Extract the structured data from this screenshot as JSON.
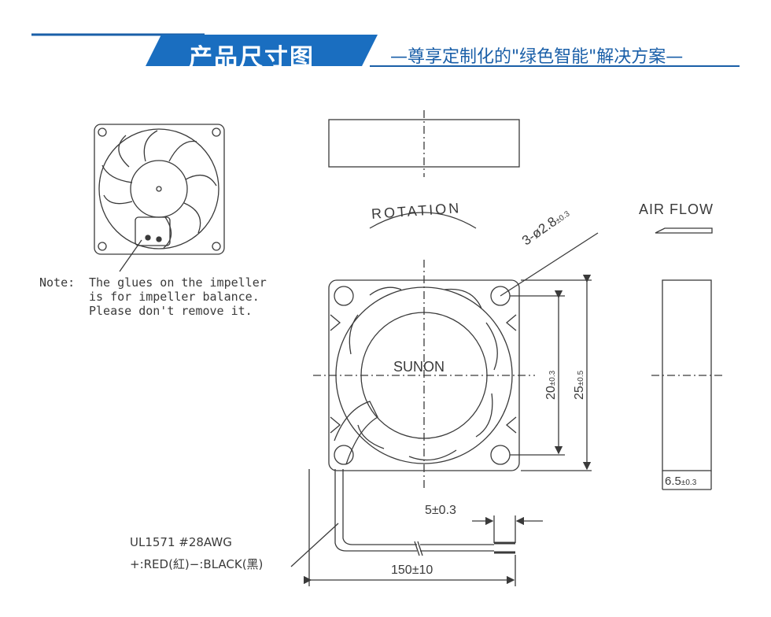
{
  "header": {
    "title": "产品尺寸图",
    "subtitle": "—尊享定制化的\"绿色智能\"解决方案—",
    "colors": {
      "band": "#1a6ec0",
      "line": "#1a5fa8",
      "text_on_band": "#ffffff"
    }
  },
  "drawing": {
    "note": {
      "prefix": "Note:",
      "line1": "The glues on the impeller",
      "line2": "is for impeller balance.",
      "line3": "Please don't remove it."
    },
    "rotation_label": "ROTATION",
    "airflow_label": "AIR FLOW",
    "brand_label": "SUNON",
    "dims": {
      "hole": "3-ø2.8",
      "hole_tol": "±0.3",
      "inner": "20",
      "inner_tol": "±0.3",
      "outer": "25",
      "outer_tol": "±0.5",
      "thickness": "6.5",
      "thickness_tol": "±0.3",
      "lead_pitch": "5±0.3",
      "lead_length": "150±10"
    },
    "wire": {
      "spec": "UL1571  #28AWG",
      "polarity": "+:RED(紅)−:BLACK(黑)"
    }
  }
}
